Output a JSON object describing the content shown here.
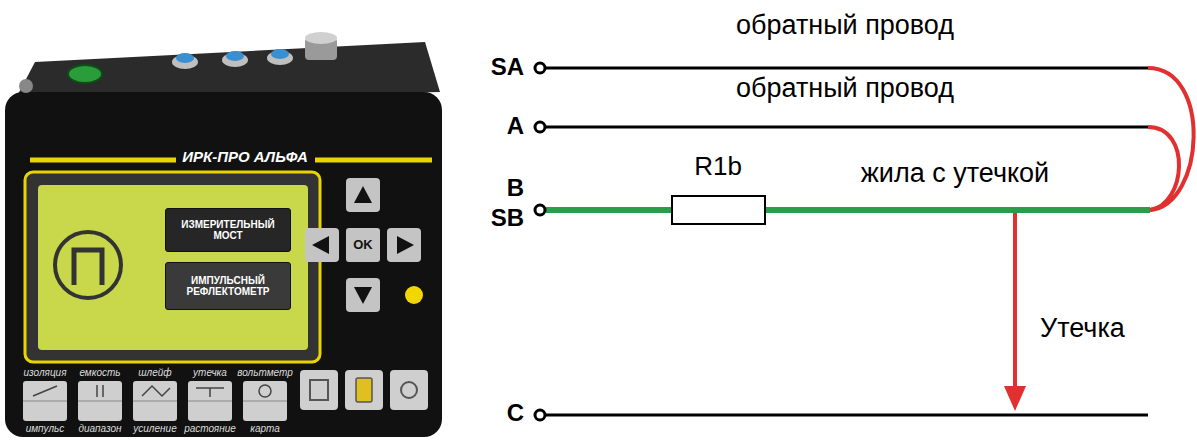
{
  "diagram": {
    "nodes": [
      {
        "text": [
          "ИЗМЕРИТЕЛЬНЫЙ МОСТ"
        ]
      },
      {
        "text": [
          "ИМПУЛЬСНЫЙ РЕФЛЕКТОМЕТР"
        ]
      },
      {
        "text": [
          "OK"
        ]
      }
    ],
    "labels": [
      "ИРК-ПРО АЛЬФА",
      "изоляция",
      "емкость",
      "шлейф",
      "утечка",
      "вольтметр",
      "импульс",
      "диапазон",
      "усиление",
      "растояние",
      "карта",
      "SA",
      "обратный провод",
      "A",
      "обратный провод",
      "B",
      "SB",
      "R1b",
      "жила с утечкой",
      "Утечка",
      "C"
    ]
  }
}
